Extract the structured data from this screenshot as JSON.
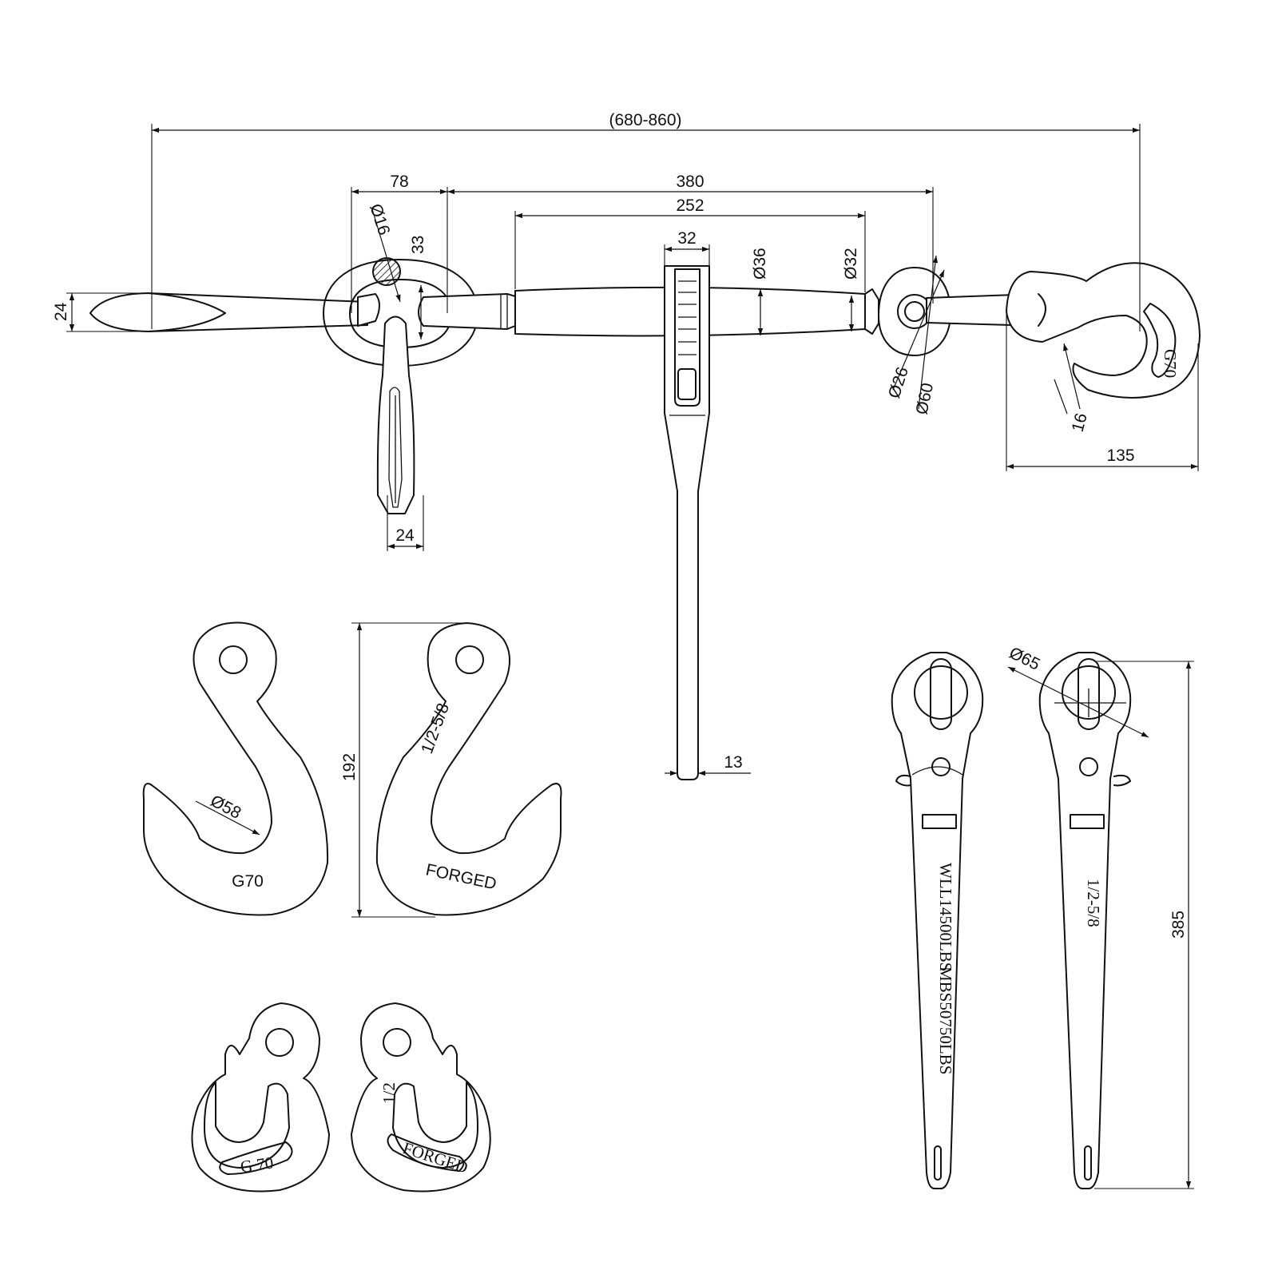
{
  "dimensions": {
    "overall_length": "(680-860)",
    "dim_78": "78",
    "dim_380": "380",
    "dim_252": "252",
    "dim_32_width": "32",
    "dia_16": "Ø16",
    "dim_33": "33",
    "dia_36": "Ø36",
    "dia_32": "Ø32",
    "dim_24_left": "24",
    "dim_24_bottom": "24",
    "dia_26": "Ø26",
    "dia_60": "Ø60",
    "dim_16": "16",
    "dim_135": "135",
    "dim_13": "13",
    "dia_58": "Ø58",
    "dim_192": "192",
    "dia_65": "Ø65",
    "dim_385": "385"
  },
  "markings": {
    "grade_g70": "G70",
    "forged": "FORGED",
    "grade_small_g70": "G 70",
    "forged_small": "FORGED",
    "hook_grade_stamp": "G70",
    "wll": "WLL14500LBS",
    "mbs": "MBS50750LBS",
    "size_range": "1/2-5/8",
    "hook_size_stamp": "1/2-5/8",
    "small_hook_size_stamp": "1/2"
  }
}
